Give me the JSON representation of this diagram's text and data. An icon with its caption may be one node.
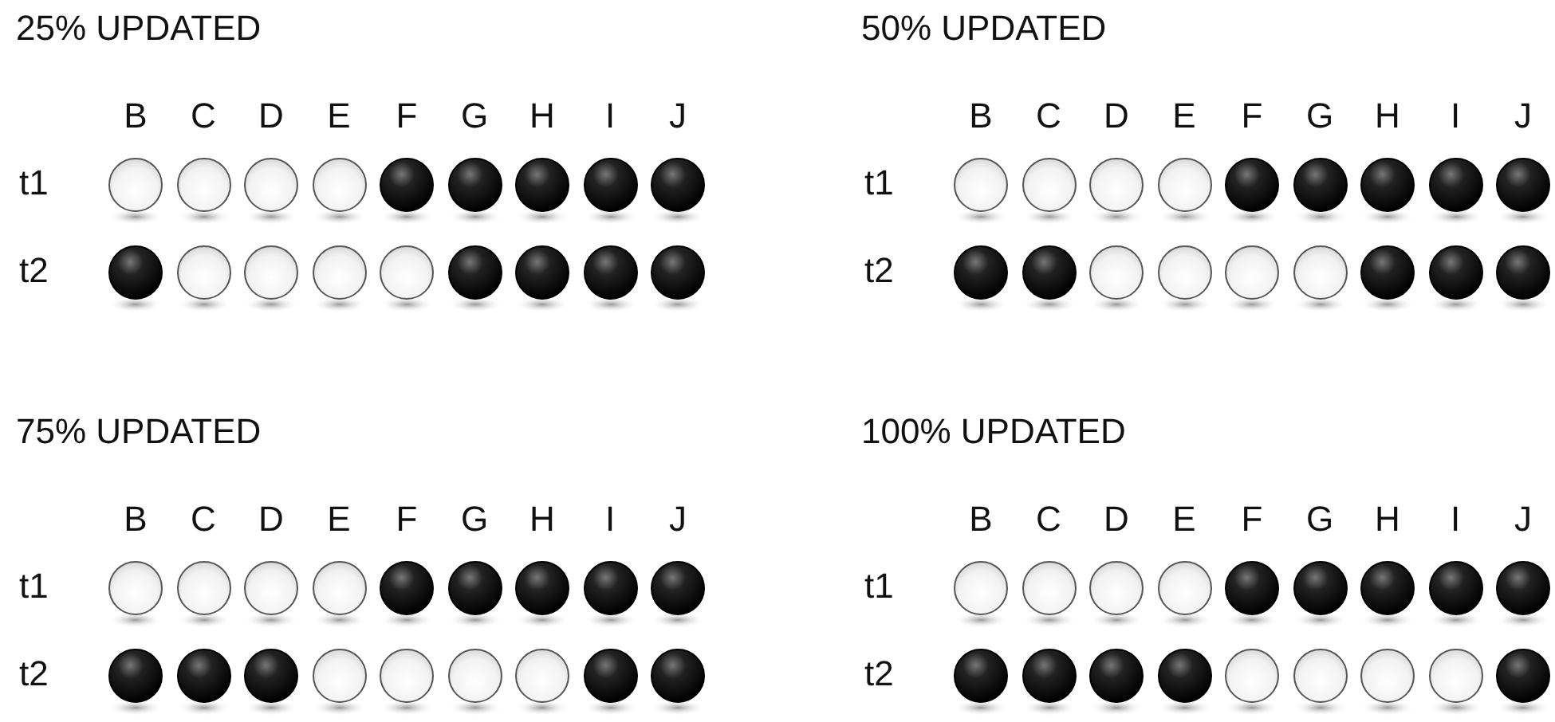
{
  "diagram": {
    "nodes": [
      {
        "text": [],
        "shape": "circle"
      },
      {
        "text": [],
        "shape": "circle"
      },
      {
        "text": [],
        "shape": "circle"
      },
      {
        "text": [],
        "shape": "circle"
      },
      {
        "text": [],
        "shape": "circle"
      },
      {
        "text": [],
        "shape": "circle"
      },
      {
        "text": [],
        "shape": "circle"
      },
      {
        "text": [],
        "shape": "circle"
      },
      {
        "text": [],
        "shape": "circle"
      },
      {
        "text": [],
        "shape": "circle"
      },
      {
        "text": [],
        "shape": "circle"
      },
      {
        "text": [],
        "shape": "circle"
      },
      {
        "text": [],
        "shape": "circle"
      },
      {
        "text": [],
        "shape": "circle"
      },
      {
        "text": [],
        "shape": "circle"
      },
      {
        "text": [],
        "shape": "circle"
      },
      {
        "text": [],
        "shape": "circle"
      },
      {
        "text": [],
        "shape": "circle"
      },
      {
        "text": [],
        "shape": "circle"
      },
      {
        "text": [],
        "shape": "circle"
      },
      {
        "text": [],
        "shape": "circle"
      },
      {
        "text": [],
        "shape": "circle"
      },
      {
        "text": [],
        "shape": "circle"
      },
      {
        "text": [],
        "shape": "circle"
      },
      {
        "text": [],
        "shape": "circle"
      },
      {
        "text": [],
        "shape": "circle"
      },
      {
        "text": [],
        "shape": "circle"
      },
      {
        "text": [],
        "shape": "circle"
      },
      {
        "text": [],
        "shape": "circle"
      },
      {
        "text": [],
        "shape": "circle"
      },
      {
        "text": [],
        "shape": "circle"
      },
      {
        "text": [],
        "shape": "circle"
      },
      {
        "text": [],
        "shape": "circle"
      },
      {
        "text": [],
        "shape": "circle"
      },
      {
        "text": [],
        "shape": "circle"
      },
      {
        "text": [],
        "shape": "circle"
      },
      {
        "text": [],
        "shape": "circle"
      },
      {
        "text": [],
        "shape": "circle"
      },
      {
        "text": [],
        "shape": "circle"
      },
      {
        "text": [],
        "shape": "circle"
      },
      {
        "text": [],
        "shape": "circle"
      },
      {
        "text": [],
        "shape": "circle"
      },
      {
        "text": [],
        "shape": "circle"
      },
      {
        "text": [],
        "shape": "circle"
      },
      {
        "text": [],
        "shape": "circle"
      },
      {
        "text": [],
        "shape": "circle"
      },
      {
        "text": [],
        "shape": "circle"
      },
      {
        "text": [],
        "shape": "circle"
      },
      {
        "text": [],
        "shape": "circle"
      },
      {
        "text": [],
        "shape": "circle"
      },
      {
        "text": [],
        "shape": "circle"
      },
      {
        "text": [],
        "shape": "circle"
      },
      {
        "text": [],
        "shape": "circle"
      },
      {
        "text": [],
        "shape": "circle"
      },
      {
        "text": [],
        "shape": "circle"
      },
      {
        "text": [],
        "shape": "circle"
      },
      {
        "text": [],
        "shape": "circle"
      },
      {
        "text": [],
        "shape": "circle"
      },
      {
        "text": [],
        "shape": "circle"
      },
      {
        "text": [],
        "shape": "circle"
      },
      {
        "text": [],
        "shape": "circle"
      },
      {
        "text": [],
        "shape": "circle"
      },
      {
        "text": [],
        "shape": "circle"
      },
      {
        "text": [],
        "shape": "circle"
      },
      {
        "text": [],
        "shape": "circle"
      },
      {
        "text": [],
        "shape": "circle"
      },
      {
        "text": [],
        "shape": "circle"
      },
      {
        "text": [],
        "shape": "circle"
      },
      {
        "text": [],
        "shape": "circle"
      },
      {
        "text": [],
        "shape": "circle"
      },
      {
        "text": [],
        "shape": "circle"
      },
      {
        "text": [],
        "shape": "circle"
      }
    ],
    "labels": [
      "25% UPDATED",
      "B",
      "C",
      "D",
      "E",
      "F",
      "G",
      "H",
      "I",
      "J",
      "t1",
      "t2",
      "50% UPDATED",
      "B",
      "C",
      "D",
      "E",
      "F",
      "G",
      "H",
      "I",
      "J",
      "t1",
      "t2",
      "75% UPDATED",
      "B",
      "C",
      "D",
      "E",
      "F",
      "G",
      "H",
      "I",
      "J",
      "t1",
      "t2",
      "100% UPDATED",
      "B",
      "C",
      "D",
      "E",
      "F",
      "G",
      "H",
      "I",
      "J",
      "t1",
      "t2"
    ]
  }
}
